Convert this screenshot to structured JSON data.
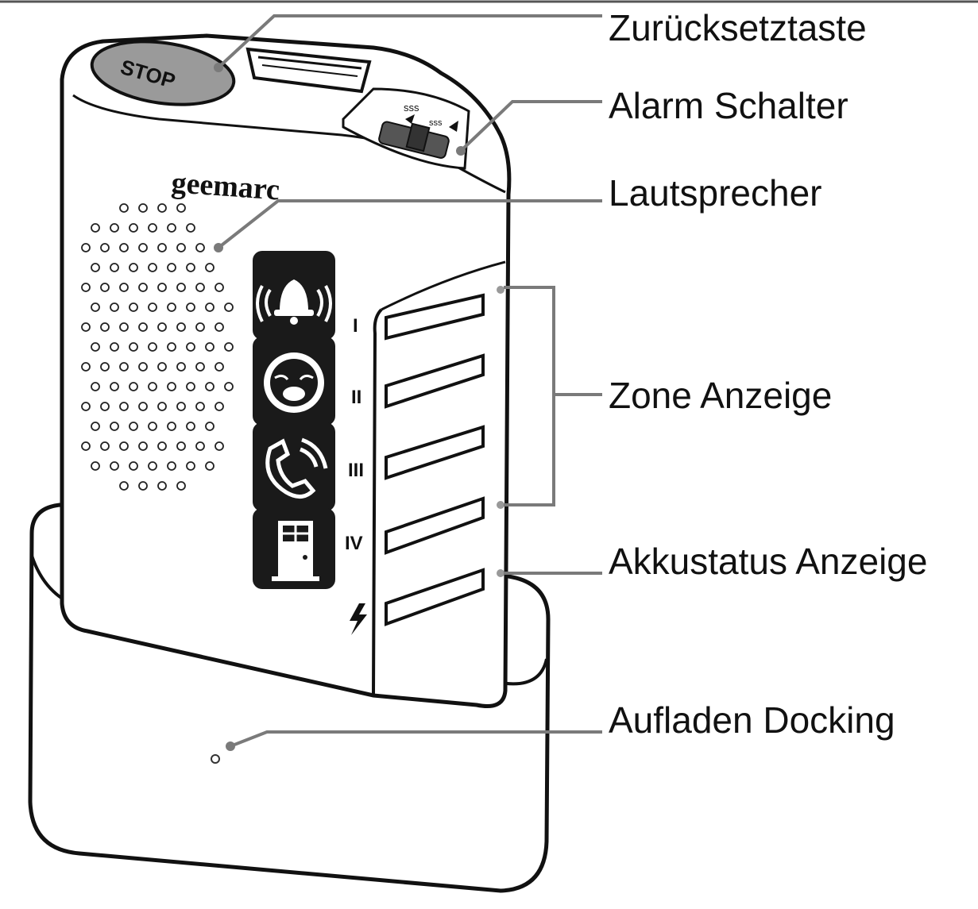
{
  "device": {
    "brand_logo": "geemarc",
    "stop_button_text": "STOP",
    "alarm_switch_marks": [
      "sss",
      "sss"
    ],
    "zone_numerals": [
      "I",
      "II",
      "III",
      "IV"
    ],
    "zone_icons": [
      "bell-icon",
      "baby-crying-icon",
      "phone-ringing-icon",
      "door-icon"
    ],
    "battery_icon": "lightning-bolt-icon",
    "colors": {
      "outline": "#111111",
      "body": "#ffffff",
      "icon_tile": "#1a1a1a",
      "stop_button": "#9a9a9a",
      "leader_line": "#7a7a7a"
    }
  },
  "callouts": {
    "reset_button": "Zurücksetztaste",
    "alarm_switch": "Alarm Schalter",
    "speaker": "Lautsprecher",
    "zone_indicator": "Zone Anzeige",
    "battery_indicator": "Akkustatus Anzeige",
    "charging_dock": "Aufladen Docking"
  }
}
